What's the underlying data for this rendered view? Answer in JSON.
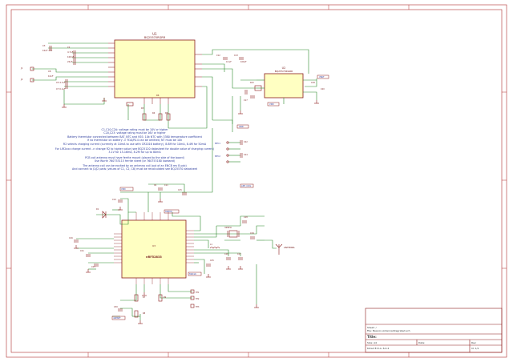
{
  "schematic": {
    "ic_u1": {
      "ref": "U1",
      "part": "BQ25570RGRR"
    },
    "ic_u2": {
      "ref": "U2",
      "part": "BQ25570RGRR"
    },
    "ic_u3": {
      "ref": "U3",
      "part": "nRF52833"
    },
    "notes_top": [
      "C1,C10,C2A: voltage rating must be 10V or higher",
      "C20,C23: voltage rating must be 16V or higher",
      "Battery thermistor connected between BAT_NTC and VSS: 10k NTC with 3380 temperature coefficient",
      "If no thermistor on battery -> R10/R14 can be omitted, NT must be 10k",
      "R2 selects charging current (currently at 10mA to use with CR2016 battery), 8.8M for 10mA, 8.4M for 50mA",
      "For LIR2xxx charge current -> change R2 to higher value (see BQ25120 datasheet for double value of charging current)",
      "3.1V for 15-16mA, 8.2M for up to 80mA"
    ],
    "notes_mid": [
      "PCB coil antenna must have ferrite mount (placed to the side of the board)",
      "Use Wurth 760753115 ferrite sheet (or 760753180 lowband)",
      "The antenna coil can be excited by an antenna coil (out of an ENCB rev B pcb)",
      "And connect to J1/J2 pads (values of C1, C2, C8) must be recalculated see BQ25570 datasheet"
    ],
    "labels": {
      "vbat": "VBAT",
      "gnd": "GND",
      "vdd": "VDD",
      "nfc1": "NFC1",
      "nfc2": "NFC2",
      "swdio": "SWDIO",
      "swclk": "SWCLK",
      "reset": "nRESET",
      "ant": "ANTENNA",
      "xtal": "32MHz",
      "coil": "ANT_COIL"
    },
    "title_block": {
      "sheet": "Sheet: /",
      "file": "File: Beacon-AntennaIntegrated.sch",
      "title_label": "Title:",
      "size": "Size: A4",
      "date_label": "Date:",
      "rev_label": "Rev:",
      "kicad": "KiCad E.D.A. 6.0.4",
      "id": "Id: 1/1"
    },
    "colors": {
      "wire": "#2f8a2f",
      "component": "#8a1c1c",
      "ic_fill": "#ffffc2",
      "label": "#2b3a9c",
      "border": "#8a1c1c"
    }
  }
}
